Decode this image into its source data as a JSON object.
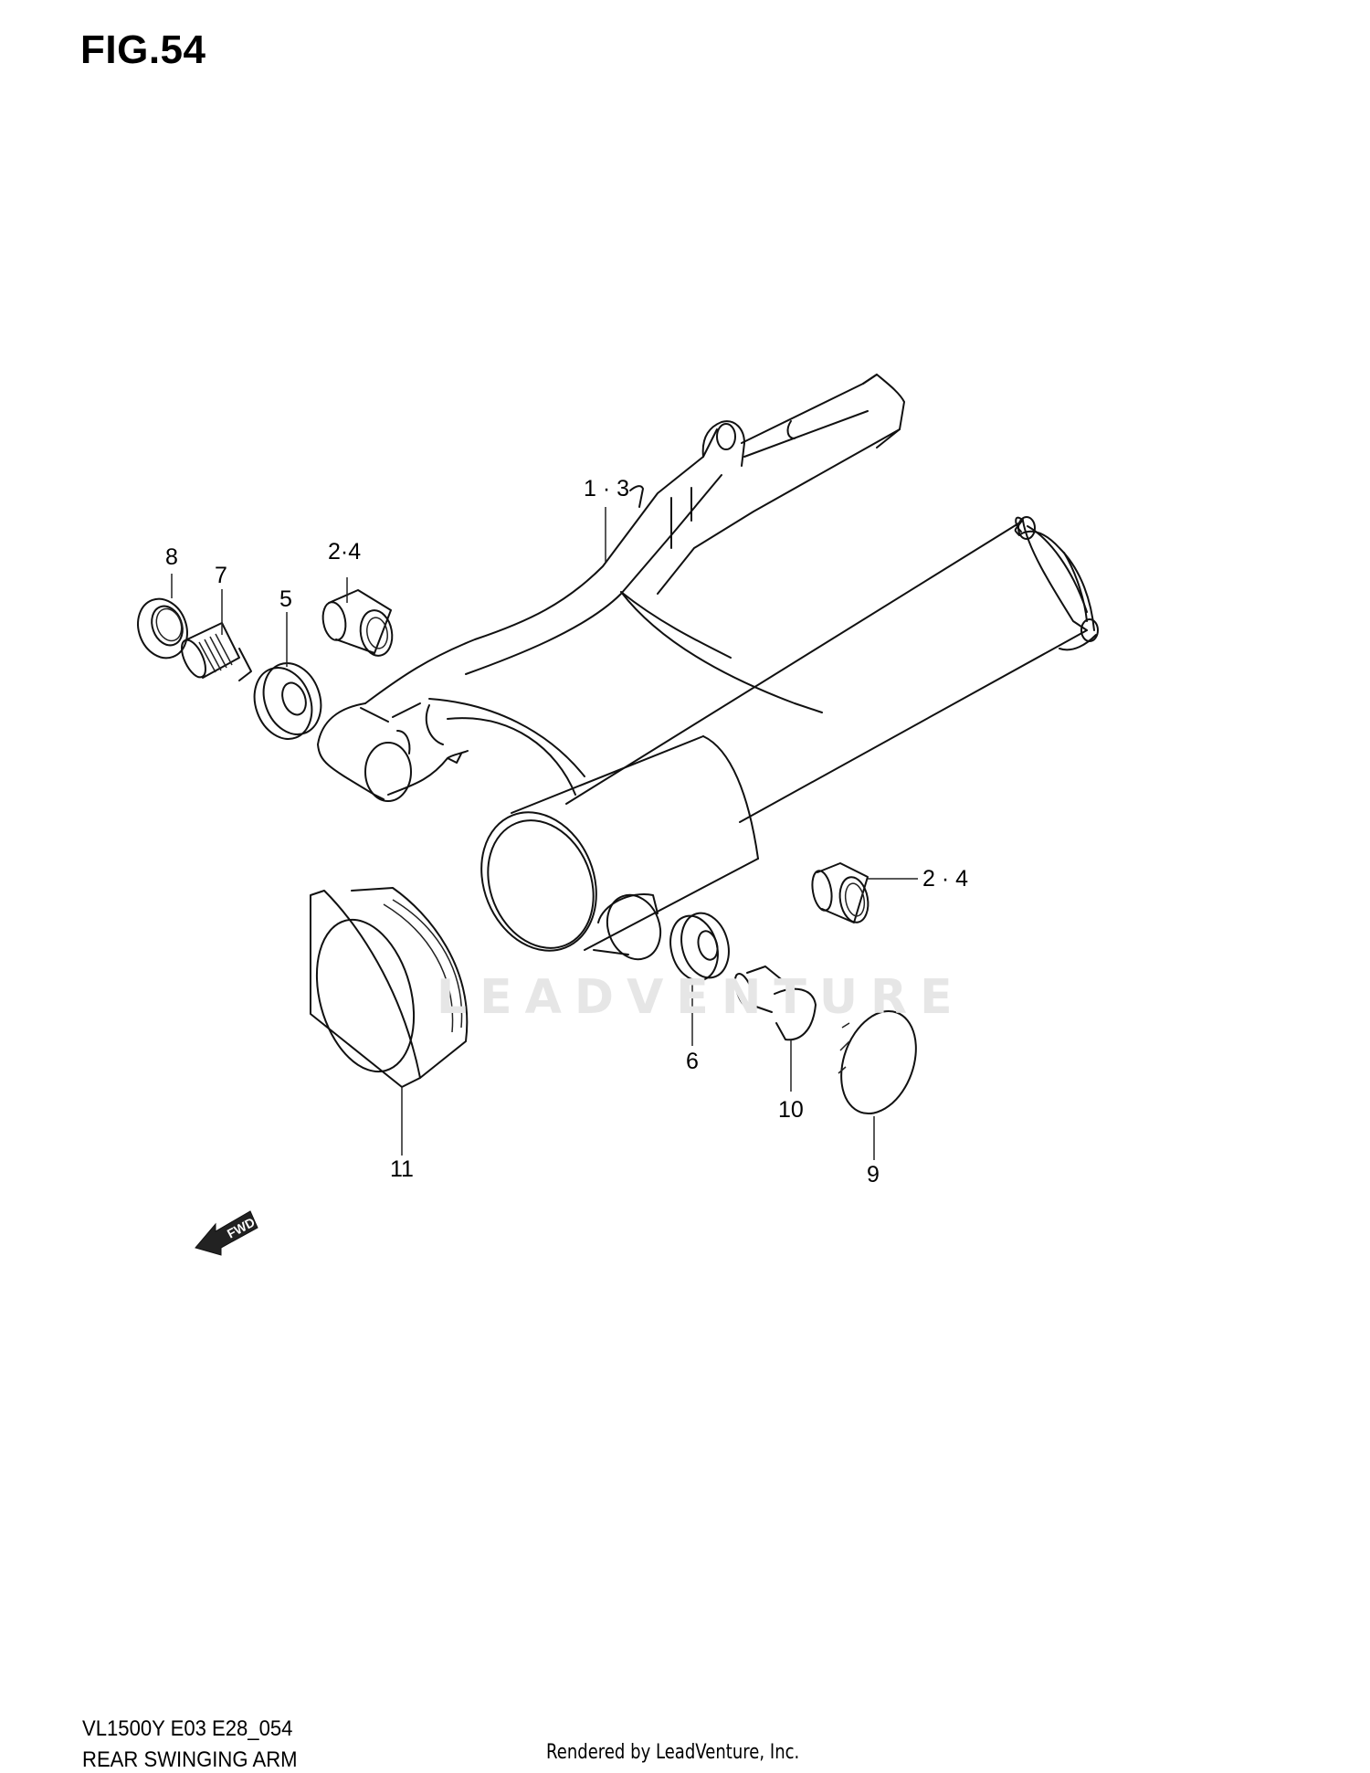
{
  "figure": {
    "title": "FIG.54",
    "code": "VL1500Y E03 E28_054",
    "name": "REAR SWINGING ARM",
    "credit": "Rendered by LeadVenture, Inc.",
    "watermark": "LEADVENTURE",
    "direction_badge": "FWD"
  },
  "callouts": [
    {
      "id": "1-3",
      "label": "1 · 3",
      "part": "swinging-arm"
    },
    {
      "id": "2-4-left",
      "label": "2·4",
      "part": "needle-bearing-left"
    },
    {
      "id": "5",
      "label": "5",
      "part": "pivot-bearing"
    },
    {
      "id": "6",
      "label": "6",
      "part": "pivot-bearing-right"
    },
    {
      "id": "7",
      "label": "7",
      "part": "pivot-shaft"
    },
    {
      "id": "8",
      "label": "8",
      "part": "lock-nut"
    },
    {
      "id": "9",
      "label": "9",
      "part": "cap"
    },
    {
      "id": "10",
      "label": "10",
      "part": "pivot-bolt"
    },
    {
      "id": "11",
      "label": "11",
      "part": "boot"
    },
    {
      "id": "2-4-right",
      "label": "2 · 4",
      "part": "needle-bearing-right"
    }
  ]
}
